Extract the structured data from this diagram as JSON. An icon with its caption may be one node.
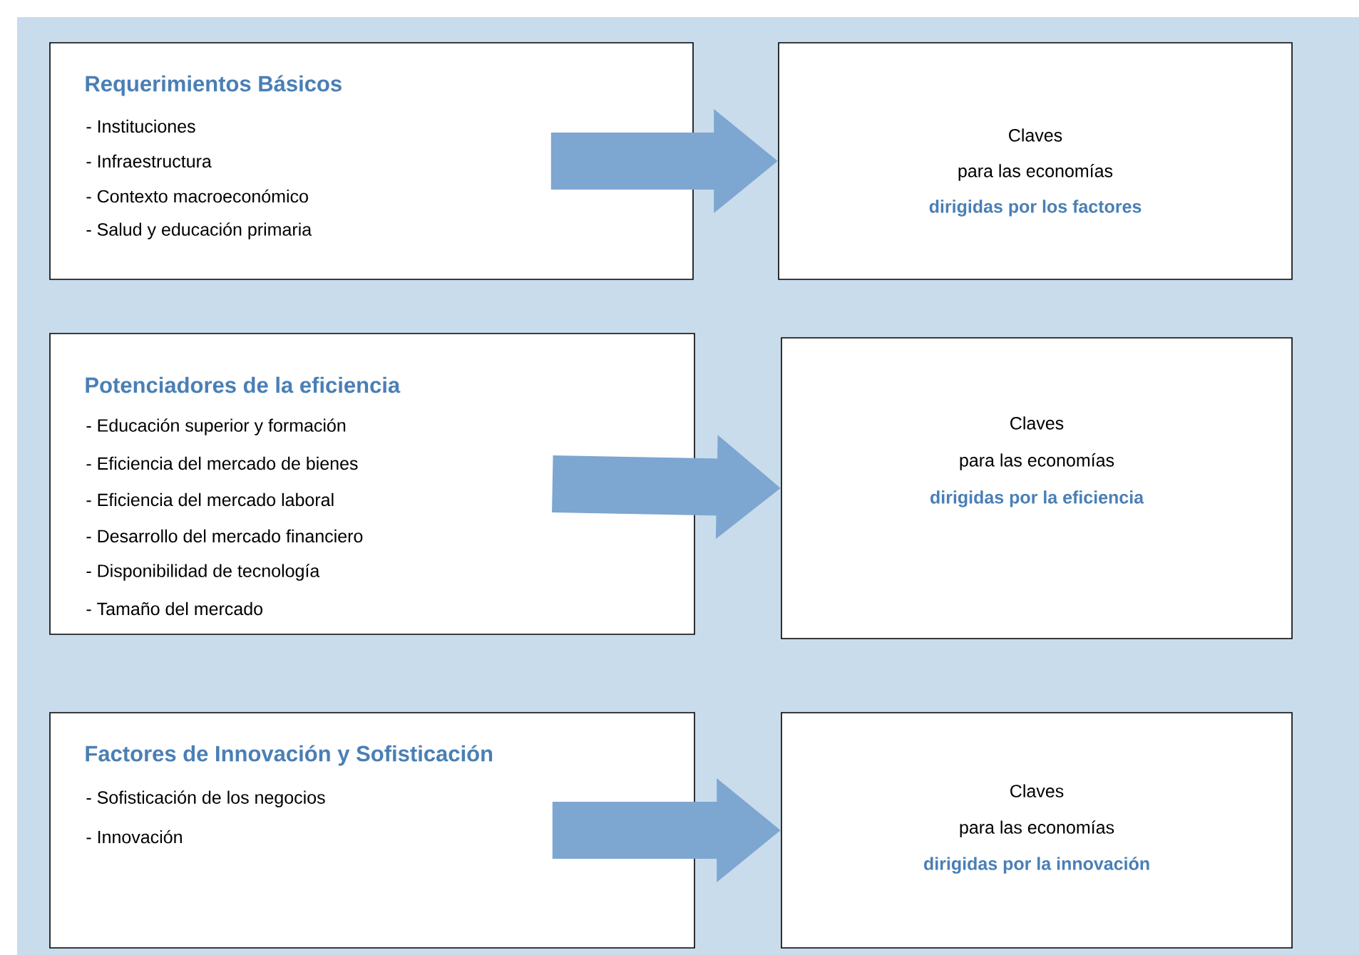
{
  "diagram": {
    "nodes": [
      {
        "text": [
          "Requerimientos Básicos",
          "- Instituciones",
          "- Infraestructura",
          "- Contexto macroeconómico",
          "- Salud y educación primaria"
        ]
      },
      {
        "text": [
          "Claves para las economías",
          "dirigidas por los factores"
        ]
      },
      {
        "text": [
          "Potenciadores de la eficiencia",
          "- Educación superior y formación",
          "- Eficiencia del mercado de bienes",
          "- Eficiencia del mercado laboral",
          "- Desarrollo del mercado financiero",
          "- Disponibilidad de tecnología",
          "- Tamaño del mercado"
        ]
      },
      {
        "text": [
          "Claves para las economías",
          "dirigidas por la eficiencia"
        ]
      },
      {
        "text": [
          "Factores de Innovación y Sofisticación",
          "- Sofisticación de los negocios",
          "- Innovación"
        ]
      },
      {
        "text": [
          "Claves para las economías",
          "dirigidas por la innovación"
        ]
      }
    ],
    "edges": [
      {
        "from": 0,
        "to": 1,
        "arrow": "to"
      },
      {
        "from": 2,
        "to": 3,
        "arrow": "to"
      },
      {
        "from": 4,
        "to": 5,
        "arrow": "to"
      }
    ]
  }
}
